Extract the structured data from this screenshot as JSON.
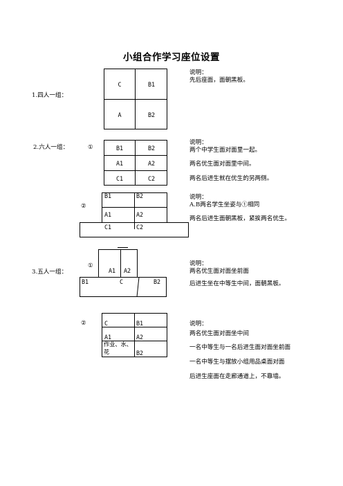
{
  "title": "小组合作学习座位设置",
  "four": {
    "label": "1.四人一组：",
    "cells": [
      "C",
      "B1",
      "A",
      "B2"
    ],
    "note_head": "说明：",
    "note_lines": [
      "先后座面，面朝黑板。"
    ]
  },
  "six": {
    "label": "2.六人一组：",
    "opt1": {
      "marker": "①",
      "rows": [
        [
          "B1",
          "B2"
        ],
        [
          "A1",
          "A2"
        ],
        [
          "C1",
          "C2"
        ]
      ],
      "note_head": "说明：",
      "note_lines": [
        "两个中学生面对面里一起。",
        "两名优生面对面里中间。",
        "两名后进生就在优生的另两侧。"
      ]
    },
    "opt2": {
      "marker": "②",
      "rows": [
        [
          "B1",
          "B2"
        ],
        [
          "A1",
          "A2"
        ],
        [
          "C1",
          "C2"
        ]
      ],
      "note_head": "说明：",
      "note_lines": [
        "A.B两名学生坐姿与①相同",
        "两名后进生面朝黑板，紧挨两名优生。"
      ]
    }
  },
  "five": {
    "label": "3.五人一组：",
    "opt1": {
      "marker": "①",
      "top": [
        "A1",
        "A2"
      ],
      "bottom": [
        "B1",
        "C",
        "B2"
      ],
      "note_head": "说明：",
      "note_lines": [
        "两名优生面对面坐前面",
        "后进生坐在中等生中间，面朝黑板。"
      ]
    },
    "opt2": {
      "marker": "②",
      "rows": [
        [
          "C",
          "B1"
        ],
        [
          "A1",
          "A2"
        ]
      ],
      "supplies": "作业、水、花",
      "last_right": "B2",
      "note_head": "说明：",
      "note_lines": [
        "两名优生面对面坐中间",
        "一名中等生与一名后进生面对面坐前面",
        "一名中等生与摆放小组用品桌面对面",
        "后进生座面在走廊通道上，不靠墙。"
      ]
    }
  }
}
